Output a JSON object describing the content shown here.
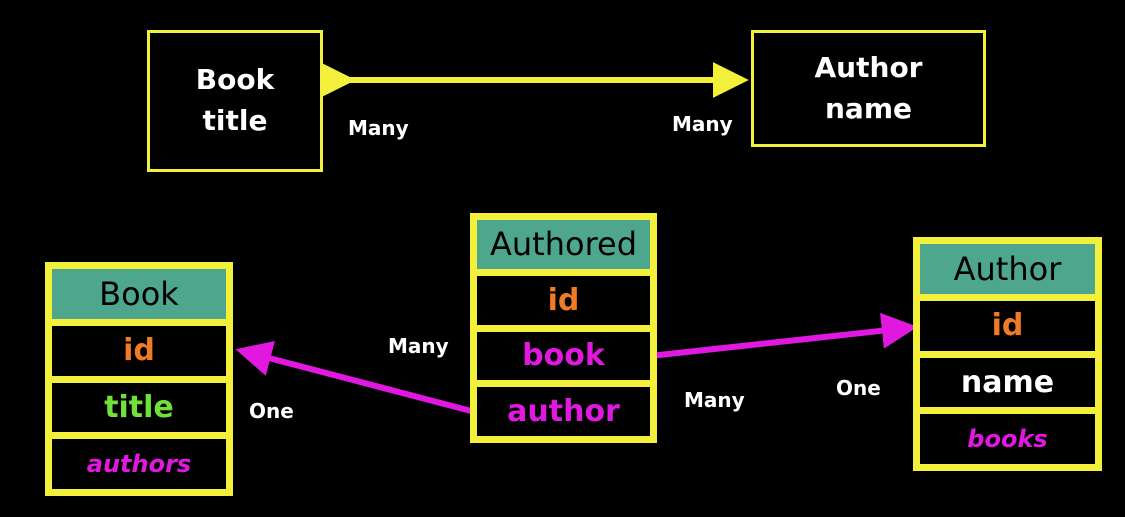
{
  "top": {
    "book_box": {
      "line1": "Book",
      "line2": "title"
    },
    "author_box": {
      "line1": "Author",
      "line2": "name"
    },
    "left_label": "Many",
    "right_label": "Many"
  },
  "tables": {
    "book": {
      "header": "Book",
      "rows": [
        "id",
        "title",
        "authors"
      ]
    },
    "authored": {
      "header": "Authored",
      "rows": [
        "id",
        "book",
        "author"
      ]
    },
    "author": {
      "header": "Author",
      "rows": [
        "id",
        "name",
        "books"
      ]
    }
  },
  "relation_labels": {
    "many_upper": "Many",
    "one_left": "One",
    "many_lower": "Many",
    "one_right": "One"
  },
  "colors": {
    "border": "#f2f03a",
    "header_bg": "#4ea78c",
    "id": "#f07b25",
    "title": "#6fe23a",
    "foreign_key": "#e018e0"
  }
}
